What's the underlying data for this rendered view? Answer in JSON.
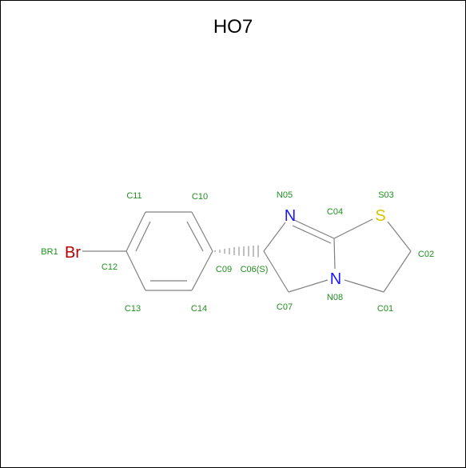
{
  "title": "HO7",
  "colors": {
    "carbon_label": "#1f8f1f",
    "bond": "#808080",
    "nitrogen": "#1a1aff",
    "sulfur": "#d9c200",
    "bromine": "#b00000",
    "bromine_label": "#1f8f1f"
  },
  "atoms": {
    "br1": {
      "label": "BR1",
      "symbol": "Br"
    },
    "c12": {
      "label": "C12"
    },
    "c11": {
      "label": "C11"
    },
    "c10": {
      "label": "C10"
    },
    "c13": {
      "label": "C13"
    },
    "c14": {
      "label": "C14"
    },
    "c09": {
      "label": "C09"
    },
    "c06": {
      "label": "C06(S)"
    },
    "n05": {
      "label": "N05",
      "symbol": "N"
    },
    "c04": {
      "label": "C04"
    },
    "s03": {
      "label": "S03",
      "symbol": "S"
    },
    "c02": {
      "label": "C02"
    },
    "c07": {
      "label": "C07"
    },
    "n08": {
      "label": "N08",
      "symbol": "N"
    },
    "c01": {
      "label": "C01"
    }
  }
}
